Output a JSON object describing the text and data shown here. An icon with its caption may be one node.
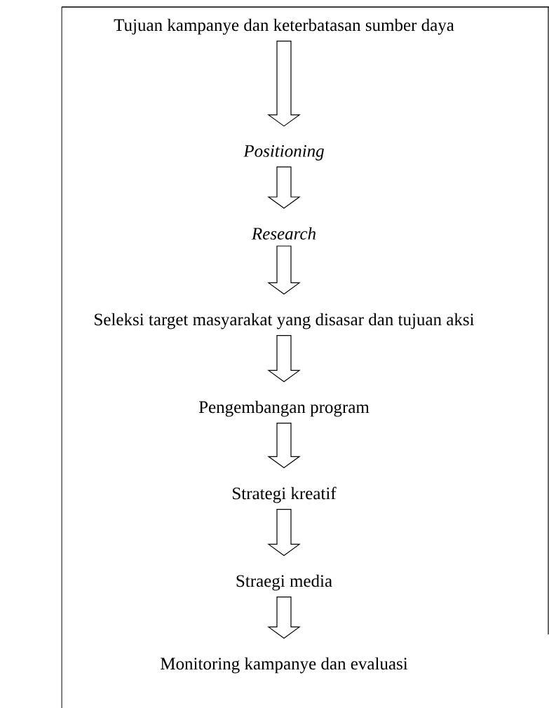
{
  "diagram": {
    "nodes": [
      {
        "text": [
          "Tujuan kampanye dan keterbatasan sumber daya"
        ]
      },
      {
        "text": [
          "Positioning"
        ]
      },
      {
        "text": [
          "Research"
        ]
      },
      {
        "text": [
          "Seleksi target masyarakat yang disasar dan tujuan aksi"
        ]
      },
      {
        "text": [
          "Pengembangan program"
        ]
      },
      {
        "text": [
          "Strategi kreatif"
        ]
      },
      {
        "text": [
          "Straegi media"
        ]
      },
      {
        "text": [
          "Monitoring kampanye dan evaluasi"
        ]
      }
    ],
    "edges": [
      {
        "from": 0,
        "to": 1,
        "arrow": "to"
      },
      {
        "from": 1,
        "to": 2,
        "arrow": "to"
      },
      {
        "from": 2,
        "to": 3,
        "arrow": "to"
      },
      {
        "from": 3,
        "to": 4,
        "arrow": "to"
      },
      {
        "from": 4,
        "to": 5,
        "arrow": "to"
      },
      {
        "from": 5,
        "to": 6,
        "arrow": "to"
      },
      {
        "from": 6,
        "to": 7,
        "arrow": "to"
      }
    ]
  }
}
